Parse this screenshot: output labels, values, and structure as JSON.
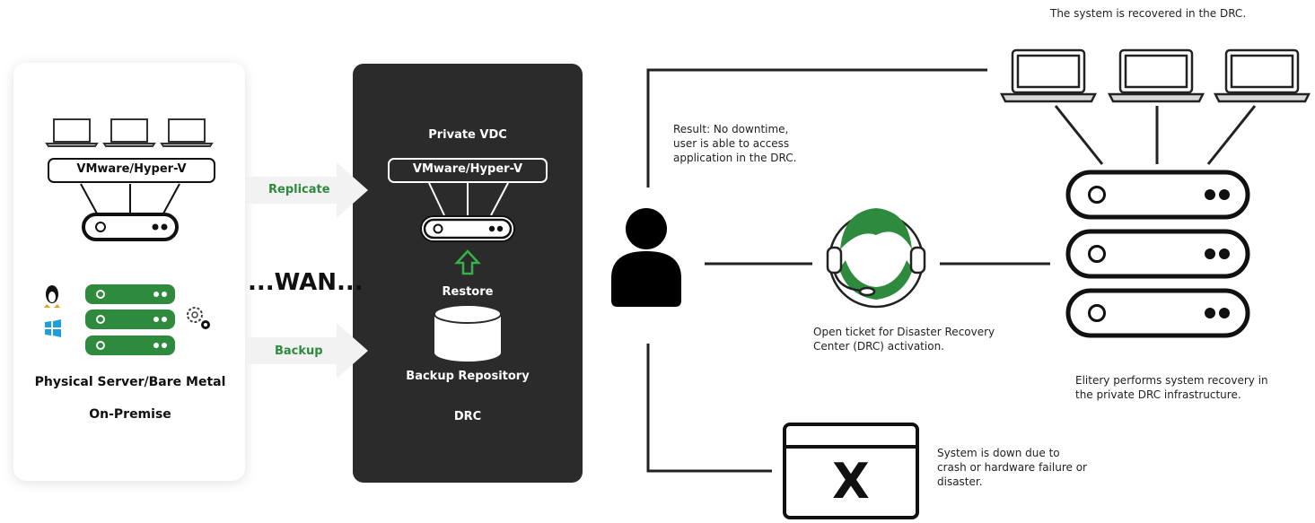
{
  "on_premise": {
    "hypervisor_label": "VMware/Hyper-V",
    "server_label": "Physical Server/Bare Metal",
    "location_label": "On-Premise"
  },
  "transfer": {
    "replicate_label": "Replicate",
    "backup_label": "Backup",
    "wan_label": "...WAN..."
  },
  "drc_site": {
    "title": "Private VDC",
    "hypervisor_label": "VMware/Hyper-V",
    "restore_label": "Restore",
    "repository_label": "Backup Repository",
    "site_label": "DRC"
  },
  "flow": {
    "recovered_note": "The system is recovered in the DRC.",
    "result_note": "Result: No downtime, user is able to access application in the DRC.",
    "ticket_note": "Open ticket for Disaster Recovery Center (DRC) activation.",
    "recovery_note": "Elitery performs system recovery in the private DRC infrastructure.",
    "down_note": "System is down due to crash or hardware failure or disaster.",
    "failure_symbol": "X"
  },
  "colors": {
    "green": "#2e8b3e",
    "dark_panel": "#2b2b2b",
    "black": "#111111"
  }
}
